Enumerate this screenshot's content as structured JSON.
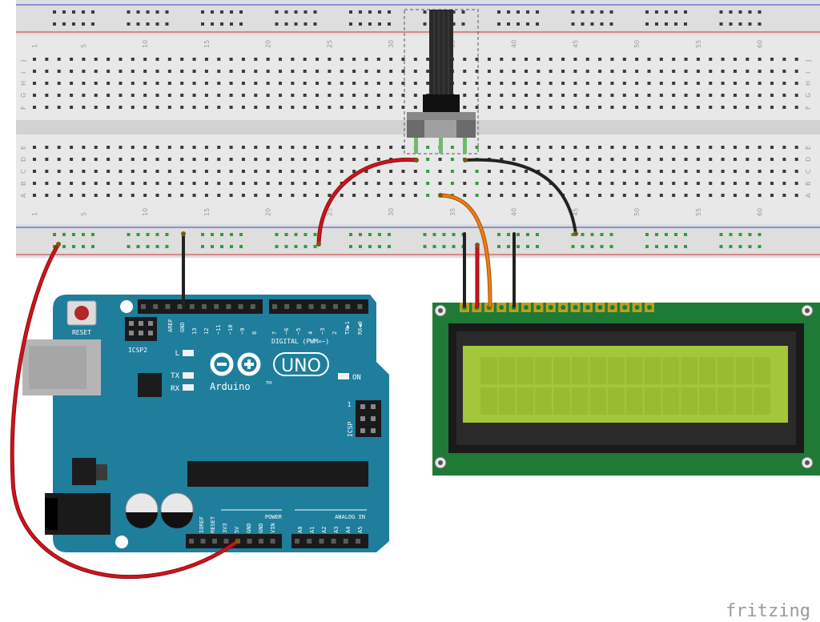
{
  "breadboard": {
    "column_numbers": [
      "1",
      "5",
      "10",
      "15",
      "20",
      "25",
      "30",
      "35",
      "40",
      "45",
      "50",
      "55",
      "60"
    ],
    "row_letters_top": [
      "J",
      "I",
      "H",
      "G",
      "F"
    ],
    "row_letters_bottom": [
      "E",
      "D",
      "C",
      "B",
      "A"
    ]
  },
  "arduino": {
    "reset_label": "RESET",
    "icsp2_label": "ICSP2",
    "icsp_label": "ICSP",
    "icsp_pin_one": "1",
    "aref_label": "AREF",
    "gnd_label": "GND",
    "digital_pins": [
      "13",
      "12",
      "~11",
      "~10",
      "~9",
      "8",
      "7",
      "~6",
      "~5",
      "4",
      "~3",
      "2",
      "TX▶1",
      "RX◀0"
    ],
    "digital_label": "DIGITAL (PWM=~)",
    "led_l": "L",
    "led_tx": "TX",
    "led_rx": "RX",
    "on_label": "ON",
    "brand": "Arduino",
    "trademark": "TM",
    "model": "UNO",
    "power_pins": [
      "IOREF",
      "RESET",
      "3V3",
      "5V",
      "GND",
      "GND",
      "VIN"
    ],
    "power_label": "POWER",
    "analog_pins": [
      "A0",
      "A1",
      "A2",
      "A3",
      "A4",
      "A5"
    ],
    "analog_label": "ANALOG IN"
  },
  "watermark": "fritzing",
  "colors": {
    "arduino_blue": "#1e7e9c",
    "lcd_pcb": "#1f7a36",
    "lcd_screen": "#a3c73a",
    "wire_red": "#d0141a",
    "wire_black": "#222222",
    "wire_orange": "#f07c12",
    "breadboard": "#e6e6e6"
  }
}
